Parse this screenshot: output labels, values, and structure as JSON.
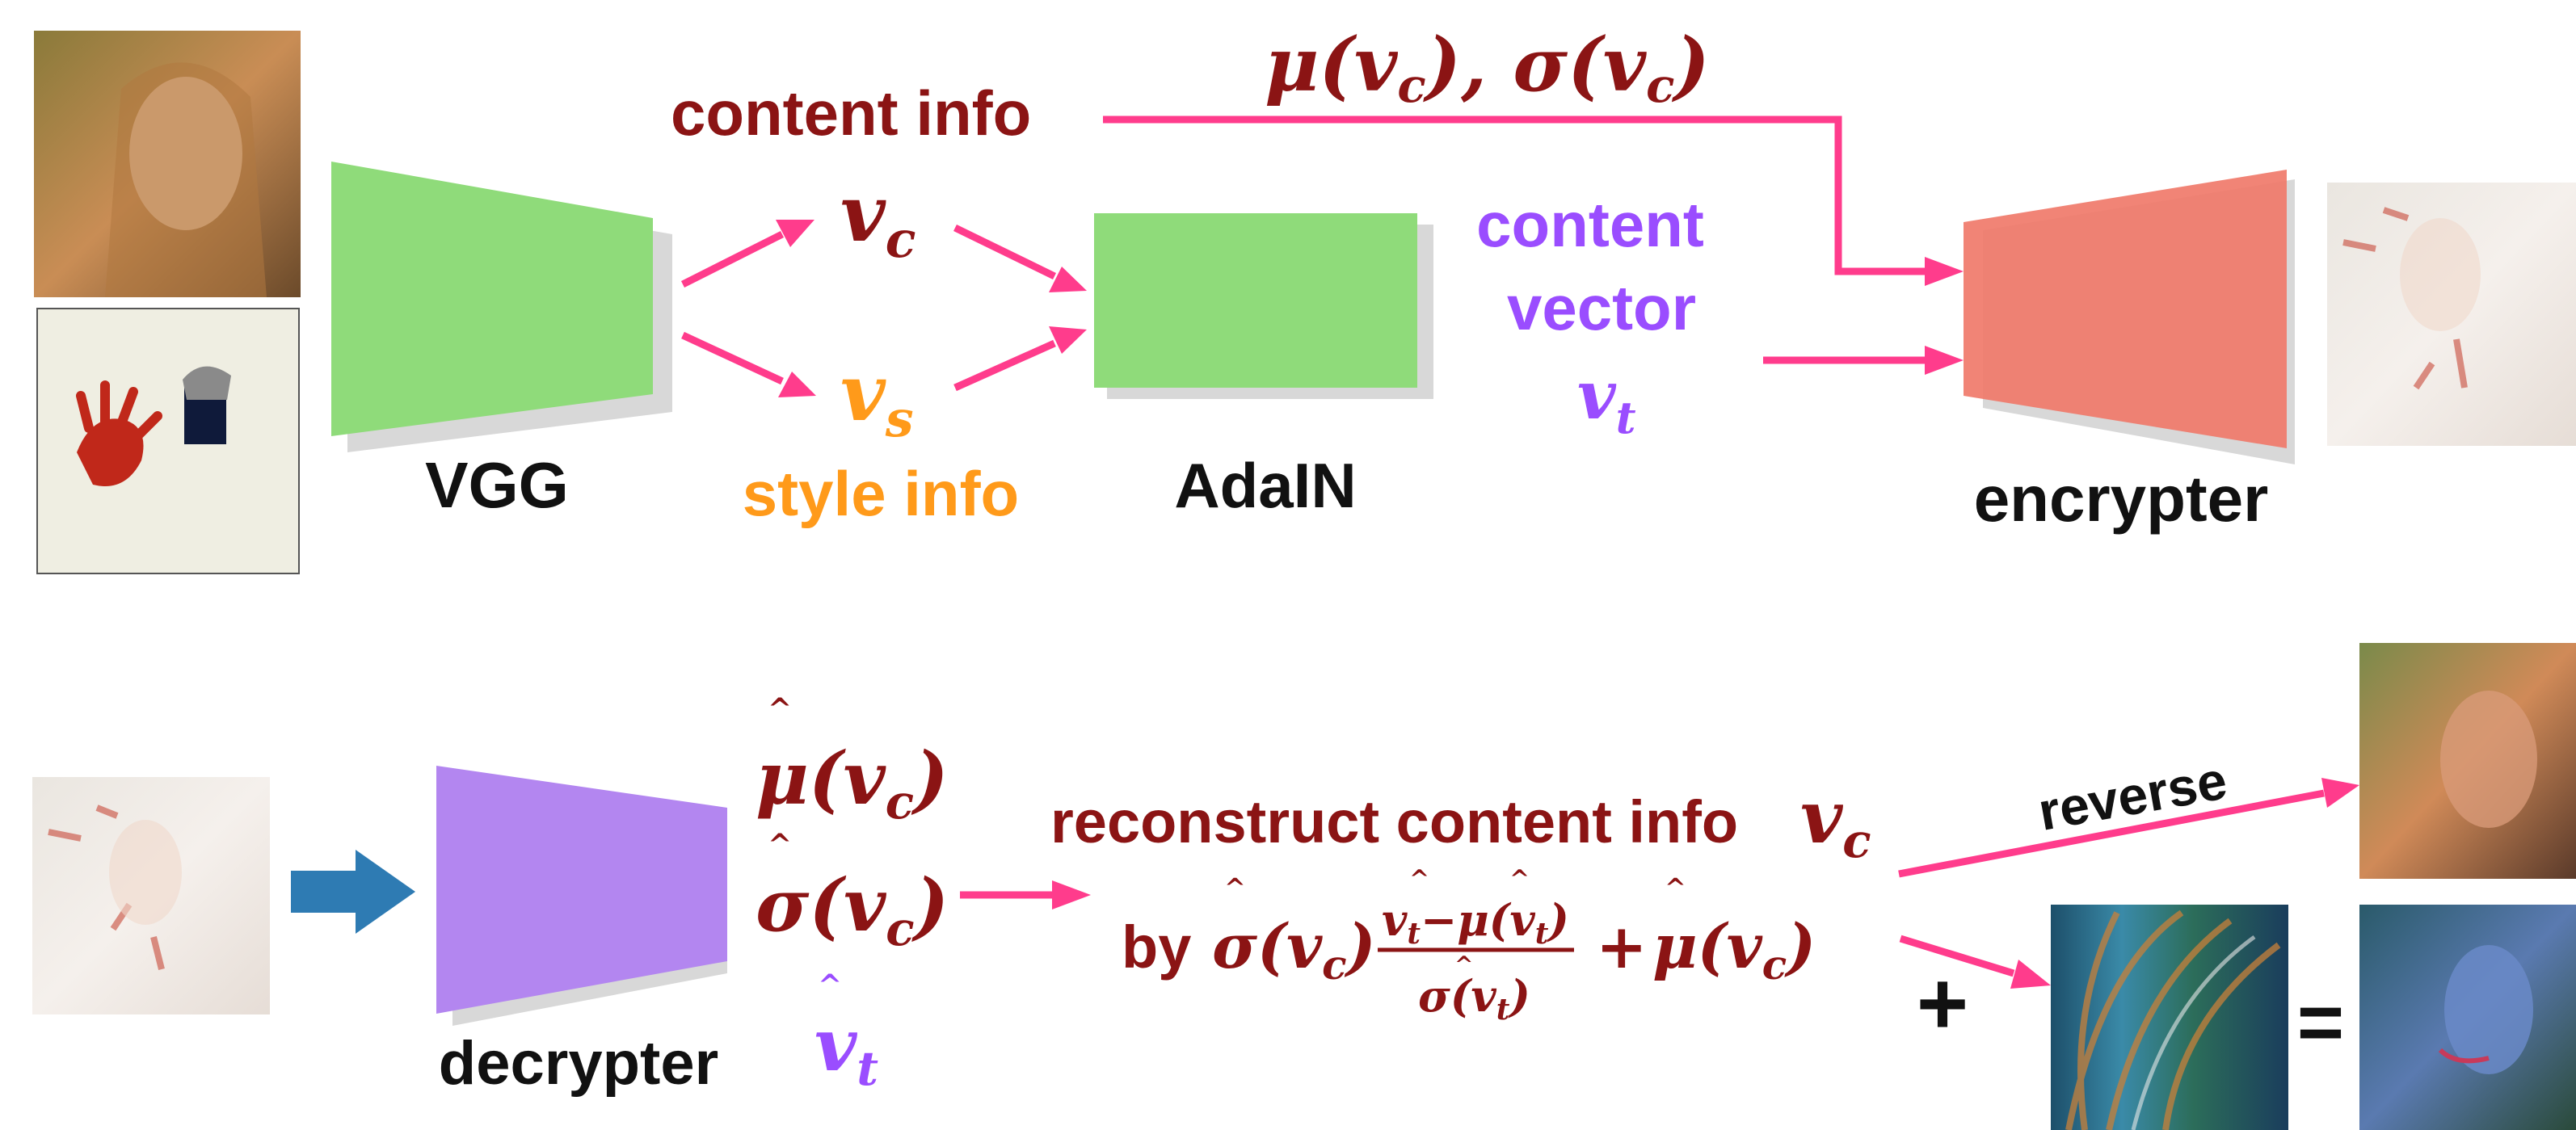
{
  "colors": {
    "arrow": "#ff3c8c",
    "dark_red": "#8b1414",
    "orange": "#ff9a1a",
    "purple": "#9a4dff",
    "vgg_fill": "#8fdb7a",
    "adain_fill": "#8fdb7a",
    "encrypter_fill": "#f07a6a",
    "decrypter_fill": "#b386f0",
    "shadow": "#d8d8d8",
    "block_arrow": "#2e7bb3",
    "black": "#111111"
  },
  "top": {
    "content_info_label": "content info",
    "mu_sigma_label": "μ(v_c), σ(v_c)",
    "vc_label": "v_c",
    "vs_label": "v_s",
    "style_info_label": "style info",
    "vgg_label": "VGG",
    "adain_label": "AdaIN",
    "content_vector_line1": "content",
    "content_vector_line2": "vector",
    "vt_label": "v_t",
    "encrypter_label": "encrypter"
  },
  "bottom": {
    "mu_hat_label": "μ̂(v_c)",
    "sigma_hat_label": "σ̂(v_c)",
    "vt_hat_label": "v̂_t",
    "decrypter_label": "decrypter",
    "reconstruct_label": "reconstruct content info",
    "reconstruct_var": "v_c",
    "by_label": "by",
    "formula_sigma": "σ̂(v_c)",
    "formula_numerator": "v̂_t−μ(v̂_t)",
    "formula_denominator": "σ(v̂_t)",
    "formula_plus": "+",
    "formula_mu": "μ̂(v_c)",
    "reverse_label": "reverse",
    "plus_sign": "+",
    "equals_sign": "="
  },
  "images": [
    "content-photo-woman",
    "style-image-handprint",
    "encrypted-output-image",
    "encrypted-input-image",
    "reversed-content-image",
    "style-image-brushstrokes",
    "restyled-output-image"
  ]
}
